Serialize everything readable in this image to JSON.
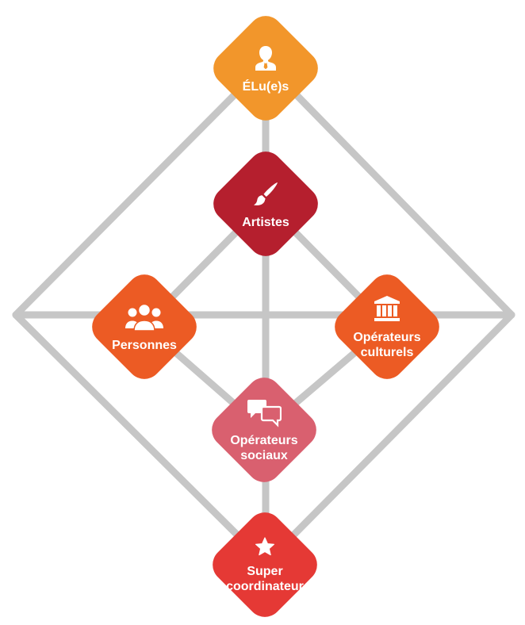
{
  "colors": {
    "line": "#c6c6c6",
    "elus": "#f2962b",
    "artistes": "#b51f2e",
    "personnes": "#ec5b24",
    "operateurs_culturels": "#ec5b24",
    "operateurs_sociaux": "#d9606f",
    "super_coordinateur": "#e53935"
  },
  "nodes": {
    "elus": {
      "label": "ÉLu(e)s",
      "icon": "person-icon"
    },
    "artistes": {
      "label": "Artistes",
      "icon": "paintbrush-icon"
    },
    "personnes": {
      "label": "Personnes",
      "icon": "people-group-icon"
    },
    "operateurs_culturels": {
      "label": "Opérateurs\nculturels",
      "icon": "museum-building-icon"
    },
    "operateurs_sociaux": {
      "label": "Opérateurs\nsociaux",
      "icon": "speech-bubbles-icon"
    },
    "super_coordinateur": {
      "label": "Super\ncoordinateur",
      "icon": "star-icon"
    }
  }
}
